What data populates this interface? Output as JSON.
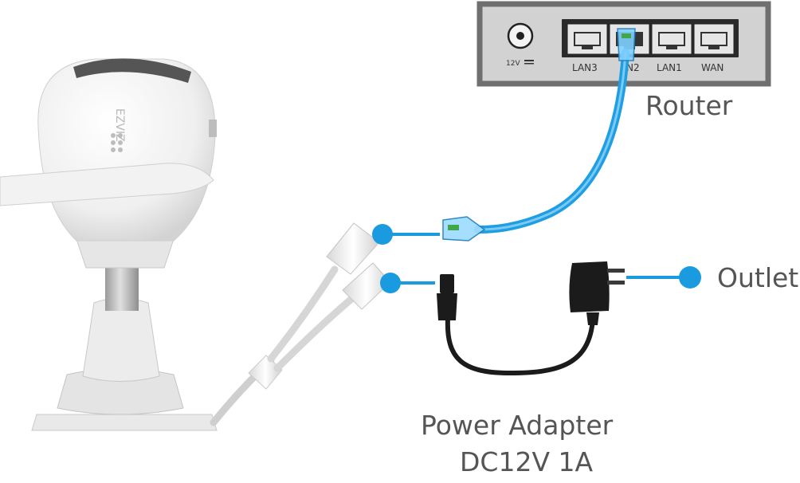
{
  "labels": {
    "router": "Router",
    "outlet": "Outlet",
    "adapter_line1": "Power Adapter",
    "adapter_line2": "DC12V 1A"
  },
  "router": {
    "power_jack_label": "12V",
    "ports": [
      {
        "label": "LAN3"
      },
      {
        "label": "N2"
      },
      {
        "label": "LAN1"
      },
      {
        "label": "WAN"
      }
    ]
  },
  "camera": {
    "brand": "EZVIZ"
  },
  "colors": {
    "cable_blue": "#1e9ee3",
    "callout_blue": "#1a9be0",
    "label_gray": "#555555",
    "router_frame": "#6f6f6f",
    "router_face": "#d2d2d2",
    "adapter_black": "#1b1b1b"
  }
}
